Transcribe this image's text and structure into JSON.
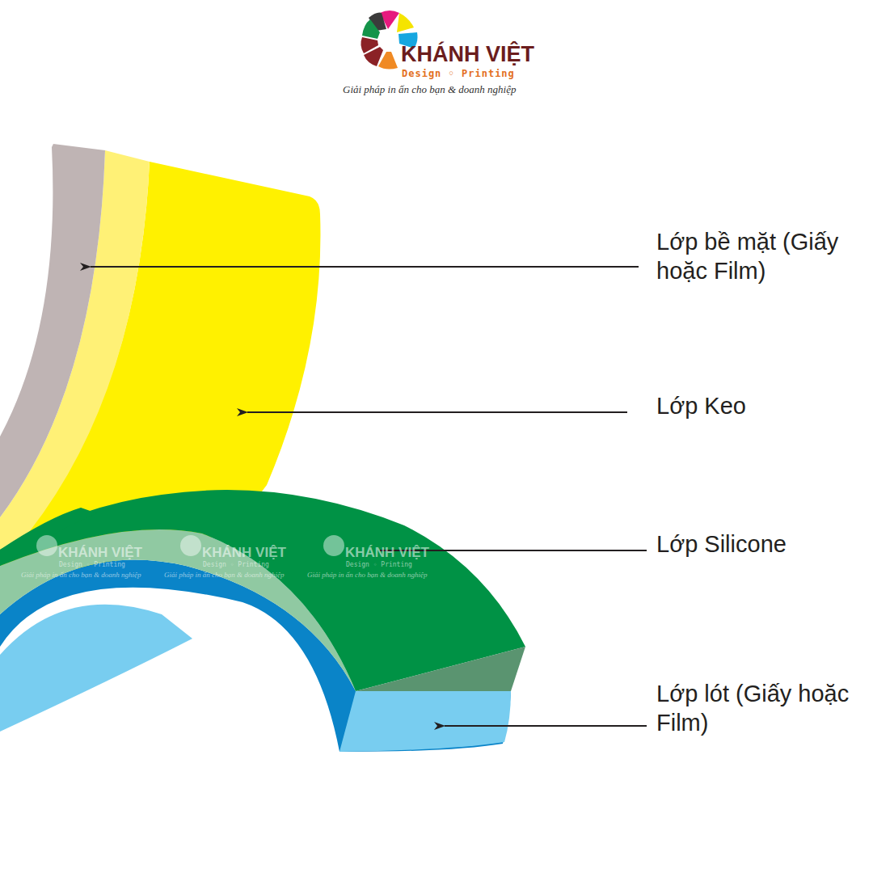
{
  "diagram": {
    "labels": [
      "KHÁNH VIỆT",
      "Design ◦ Printing",
      "Giải pháp in ấn cho bạn & doanh nghiệp",
      "Lớp bề mặt (Giấy hoặc Film)",
      "Lớp Keo",
      "Lớp Silicone",
      "Lớp lót (Giấy hoặc Film)",
      "KHÁNH VIỆT",
      "Design ◦ Printing",
      "Giải pháp in ấn cho bạn & doanh nghiệp",
      "KHÁNH VIỆT",
      "Design ◦ Printing",
      "Giải pháp in ấn cho bạn & doanh nghiệp",
      "KHÁNH VIỆT",
      "Design ◦ Printing",
      "Giải pháp in ấn cho bạn & doanh nghiệp"
    ]
  }
}
